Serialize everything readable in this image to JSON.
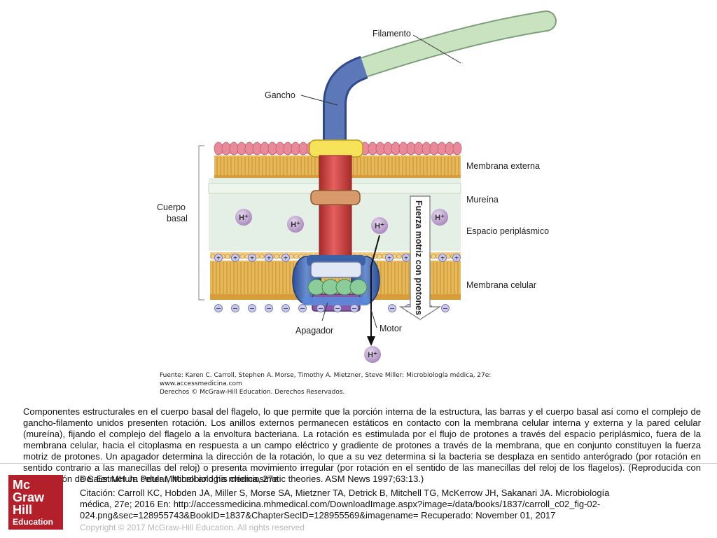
{
  "diagram": {
    "labels": {
      "filamento": "Filamento",
      "gancho": "Gancho",
      "cuerpo_basal": "Cuerpo\nbasal",
      "membrana_externa": "Membrana externa",
      "mureina": "Mureína",
      "espacio_periplasmico": "Espacio periplásmico",
      "membrana_celular": "Membrana celular",
      "apagador": "Apagador",
      "motor": "Motor",
      "fuerza_motriz": "Fuerza motriz con protones",
      "proton": "H⁺",
      "plus_sign": "+",
      "minus_sign": "–"
    },
    "credit_line1": "Fuente: Karen C. Carroll, Stephen A. Morse, Timothy A. Mietzner, Steve Miller: Microbiología médica, 27e:",
    "credit_line2": "www.accessmedicina.com",
    "credit_line3": "Derechos © McGraw-Hill Education. Derechos Reservados.",
    "colors": {
      "filament": "#c9e3c0",
      "hook": "#5c78b8",
      "rod": "#d84a4a",
      "outer_head": "#f0a8b4",
      "lipid_tail": "#e6b85a",
      "periplasm": "#e4f0e6",
      "motor_blue": "#3c62a8",
      "ring_green": "#8ccc9a",
      "ring_purple": "#8a5aa8",
      "proton": "#b89ac8"
    }
  },
  "caption": "Componentes estructurales en el cuerpo basal del flagelo, lo que permite que la porción interna de la estructura, las barras y el cuerpo basal así como el complejo de gancho-filamento unidos presenten rotación. Los anillos externos permanecen estáticos en contacto con la membrana celular interna y externa y la pared celular (mureína), fijando el complejo del flagelo a la envoltura bacteriana. La rotación es estimulada por el flujo de protones a través del espacio periplásmico, fuera de la membrana celular, hacia el citoplasma en respuesta a un campo eléctrico y gradiente de protones a través de la membrana, que en conjunto constituyen la fuerza motriz de protones. Un apagador determina la dirección de la rotación, lo que a su vez determina si la bacteria se desplaza en sentido anterógrado (por rotación en sentido contrario a las manecillas del reloj) o presenta movimiento irregular (por rotación en el sentido de las manecillas del reloj de los flagelos). (Reproducida con autorización de Saier MH Jr: Peter Mitchell and his chemiosmotic theories. ASM News 1997;63:13.)",
  "footer": {
    "logo_line1": "Mc",
    "logo_line2": "Graw",
    "logo_line3": "Hill",
    "logo_line4": "Education",
    "source": "De: Estructura celular, Microbiología médica, 27e",
    "citation": "Citación: Carroll KC, Hobden JA, Miller S, Morse SA, Mietzner TA, Detrick B, Mitchell TG, McKerrow JH, Sakanari JA. Microbiología médica, 27e; 2016 En: http://accessmedicina.mhmedical.com/DownloadImage.aspx?image=/data/books/1837/carroll_c02_fig-02-024.png&sec=128955743&BookID=1837&ChapterSecID=128955569&imagename= Recuperado: November 01, 2017",
    "copyright": "Copyright © 2017 McGraw-Hill Education. All rights reserved"
  }
}
